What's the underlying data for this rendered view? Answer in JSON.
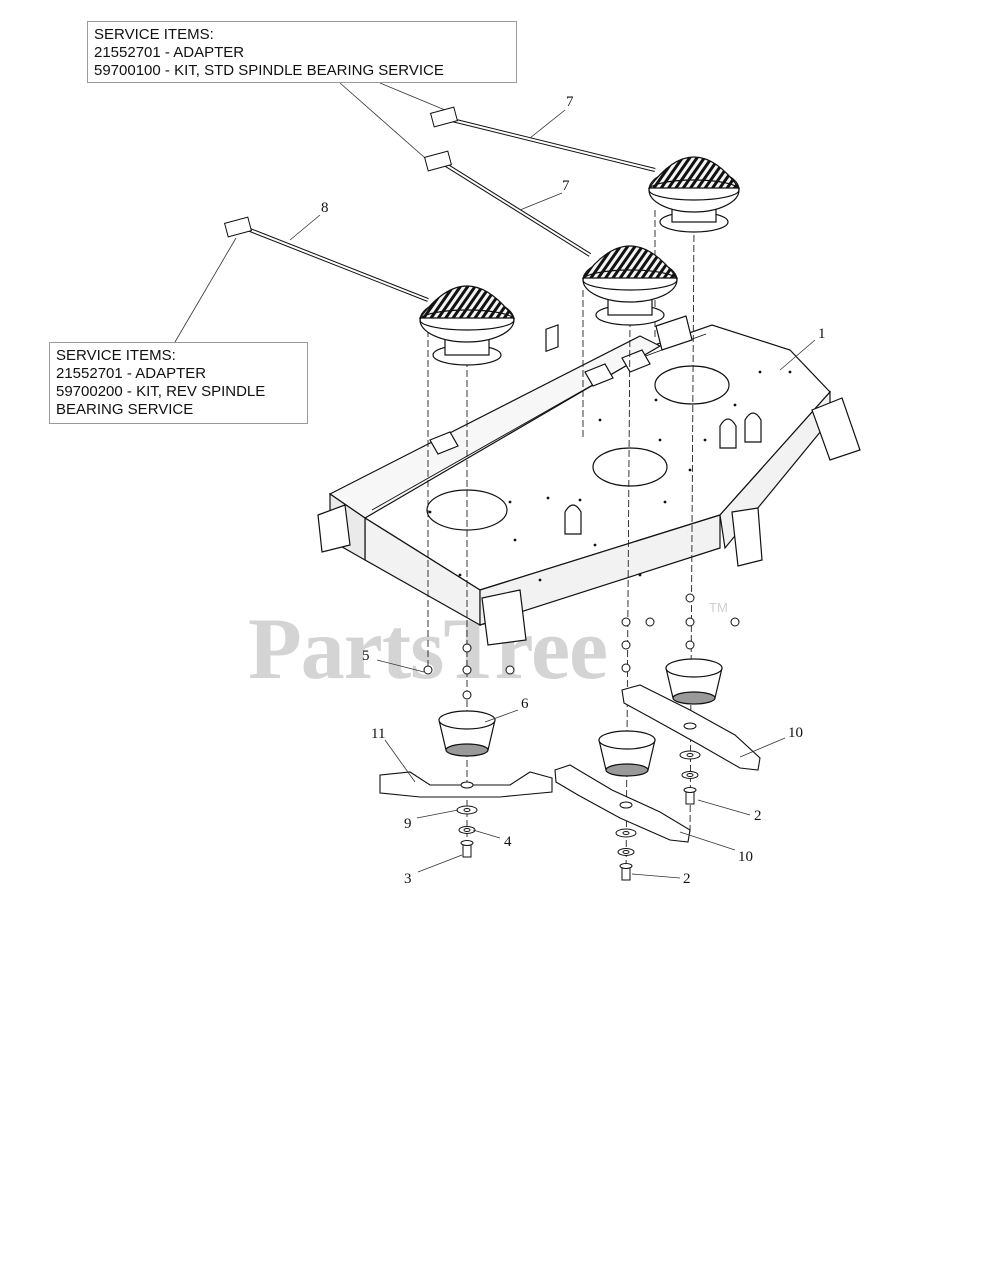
{
  "watermark": {
    "text": "PartsTree",
    "trademark": "TM"
  },
  "service_boxes": [
    {
      "lines": [
        "SERVICE ITEMS:",
        "21552701 - ADAPTER",
        "59700100 - KIT, STD SPINDLE BEARING SERVICE"
      ]
    },
    {
      "lines": [
        "SERVICE ITEMS:",
        "21552701 - ADAPTER",
        "59700200 - KIT, REV SPINDLE",
        "BEARING SERVICE"
      ]
    }
  ],
  "callouts": [
    "1",
    "7",
    "7",
    "8",
    "5",
    "6",
    "11",
    "10",
    "9",
    "4",
    "3",
    "2",
    "10",
    "2"
  ]
}
